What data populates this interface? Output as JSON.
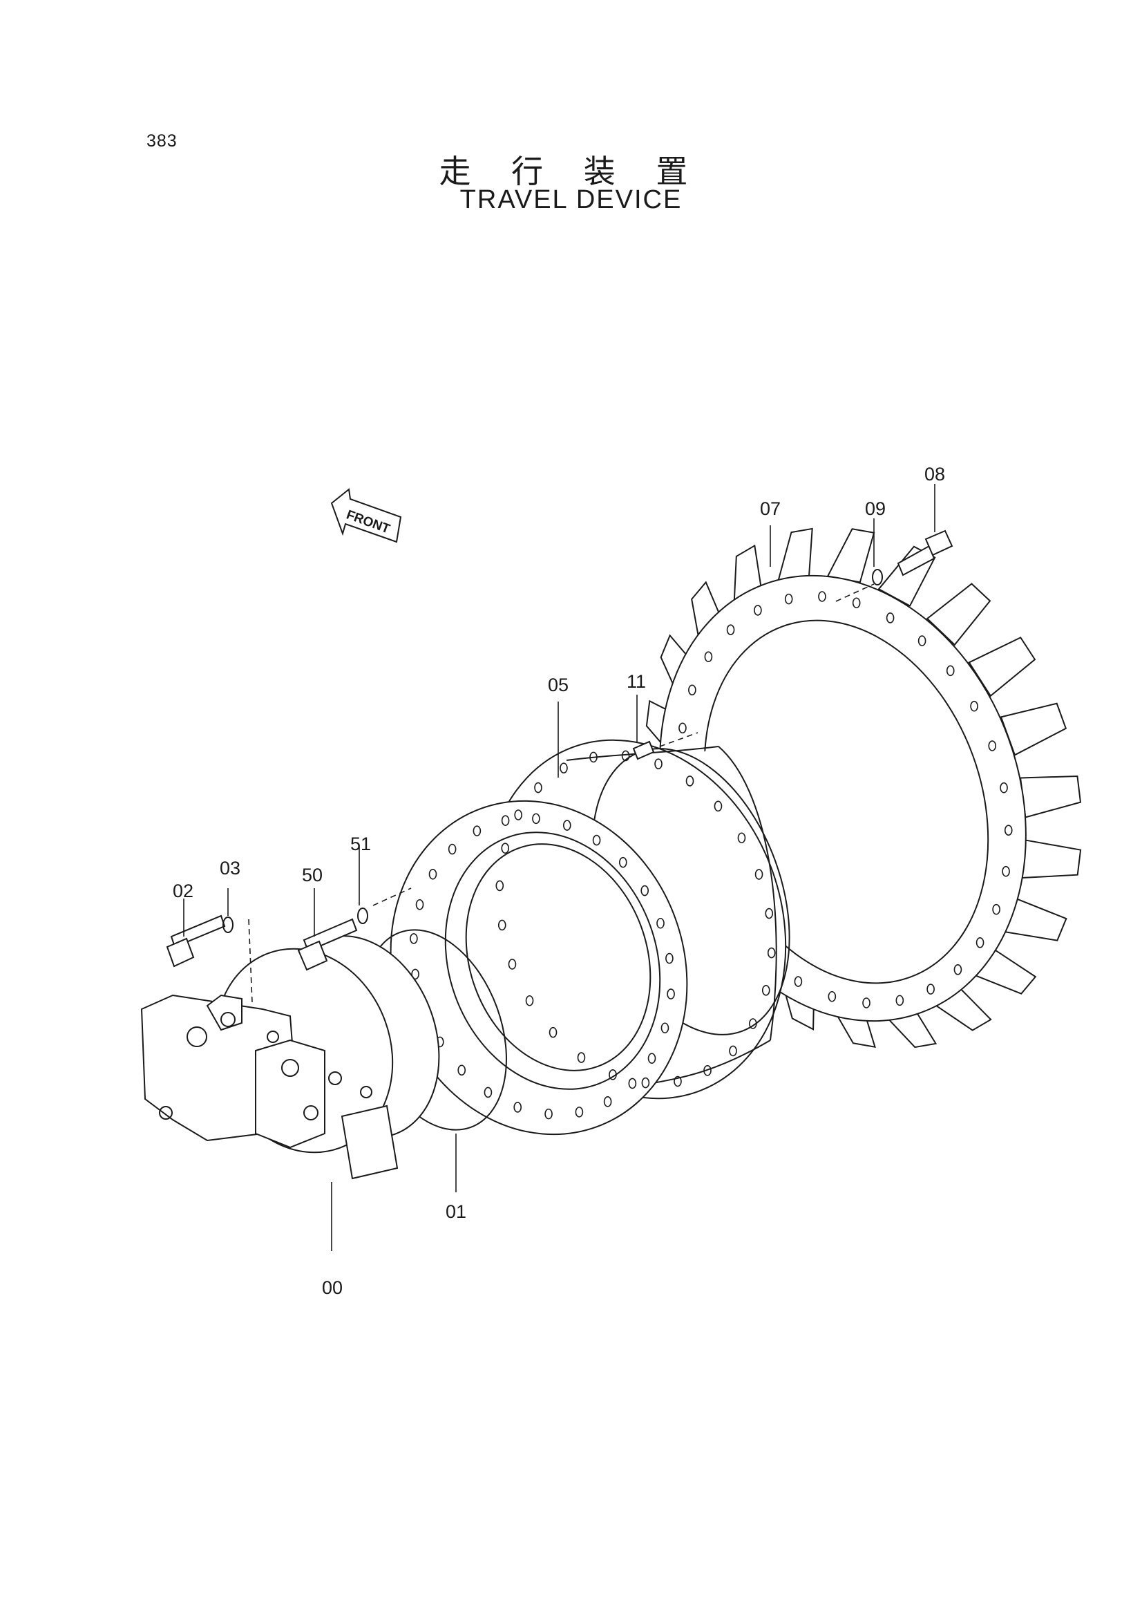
{
  "page": {
    "number": "383"
  },
  "title": {
    "japanese": "走 行 装 置",
    "english": "TRAVEL DEVICE"
  },
  "front_arrow": {
    "label": "FRONT"
  },
  "parts": [
    {
      "id": "00"
    },
    {
      "id": "01"
    },
    {
      "id": "02"
    },
    {
      "id": "03"
    },
    {
      "id": "05"
    },
    {
      "id": "07"
    },
    {
      "id": "08"
    },
    {
      "id": "09"
    },
    {
      "id": "11"
    },
    {
      "id": "50"
    },
    {
      "id": "51"
    }
  ]
}
